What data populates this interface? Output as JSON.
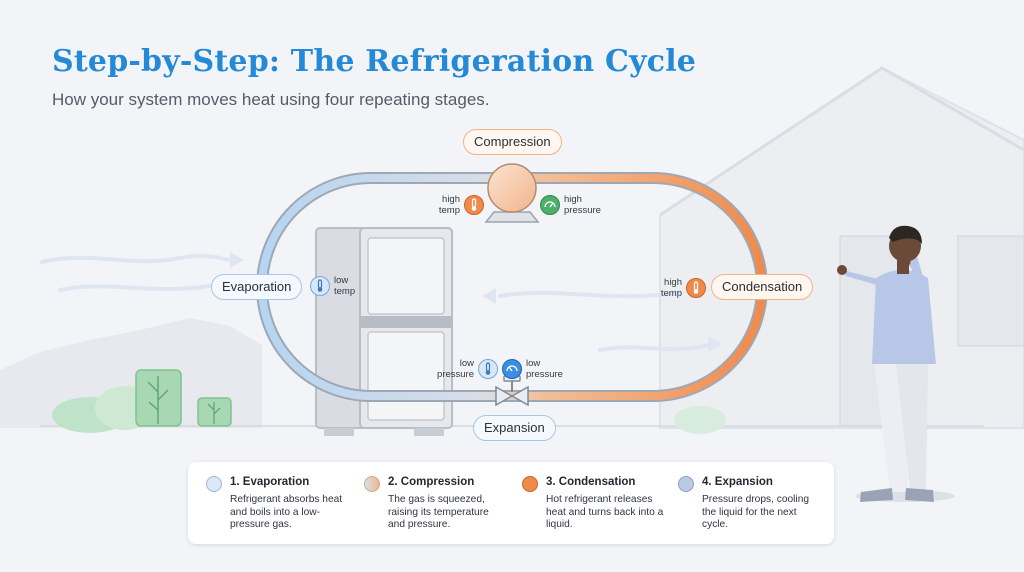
{
  "title": "Step-by-Step: The Refrigeration Cycle",
  "subtitle": "How your system moves heat using four repeating stages.",
  "stages": {
    "compression": "Compression",
    "evaporation": "Evaporation",
    "condensation": "Condensation",
    "expansion": "Expansion"
  },
  "indicators": {
    "compressor_temp": "high\ntemp",
    "compressor_pressure": "high\npressure",
    "evaporator_temp": "low\ntemp",
    "condenser_temp": "high\ntemp",
    "valve_pressure_left": "low\npressure",
    "valve_pressure_right": "low\npressure"
  },
  "legend": [
    {
      "title": "1. Evaporation",
      "desc": "Refrigerant absorbs heat and boils into a low-pressure gas."
    },
    {
      "title": "2. Compression",
      "desc": "The gas is squeezed, raising its temperature and pressure."
    },
    {
      "title": "3. Condensation",
      "desc": "Hot refrigerant releases heat and turns back into a liquid."
    },
    {
      "title": "4. Expansion",
      "desc": "Pressure drops, cooling the liquid for the next cycle."
    }
  ],
  "colors": {
    "hot": "#f08a4b",
    "cold": "#a9cdf0",
    "title": "#2489d6",
    "green": "#4caf6a"
  },
  "icons": [
    "thermometer-icon",
    "pressure-gauge-icon",
    "expansion-valve-icon",
    "compressor-icon",
    "refrigerator-icon",
    "house-icon",
    "tree-icon",
    "person-icon",
    "airflow-arrow-icon"
  ]
}
